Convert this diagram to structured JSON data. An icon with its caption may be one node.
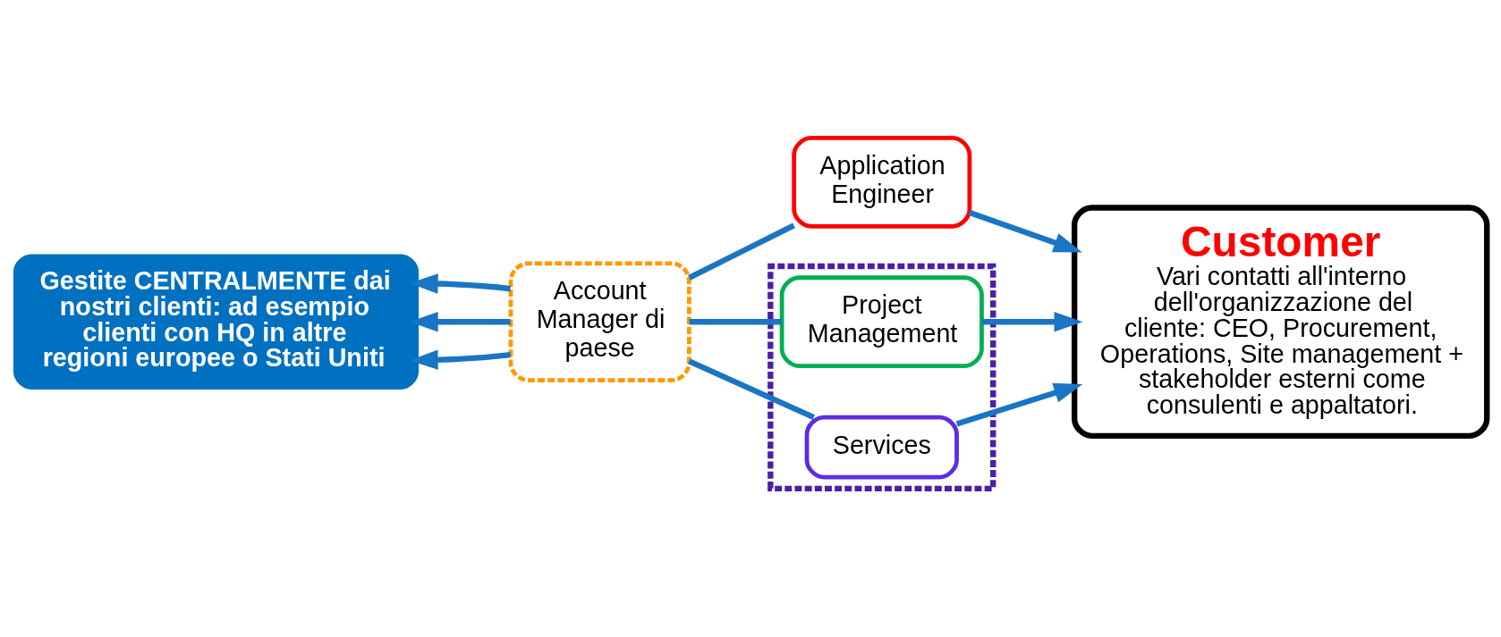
{
  "diagram": {
    "nodes": [
      {
        "text": [
          "Gestite CENTRALMENTE dai nostri clienti: ad esempio clienti con HQ in altre regioni europee o Stati Uniti"
        ]
      },
      {
        "text": [
          "Account Manager di paese"
        ]
      },
      {
        "text": [
          "Application Engineer"
        ]
      },
      {
        "text": [],
        "shape": "box"
      },
      {
        "text": [
          "Project Management"
        ],
        "in": 3
      },
      {
        "text": [
          "Services"
        ],
        "in": 3
      },
      {
        "text": [
          "Customer",
          "Vari contatti all'interno dell'organizzazione del cliente: CEO, Procurement, Operations, Site management + stakeholder esterni come consulenti e appaltatori."
        ]
      }
    ],
    "edges": [
      {
        "from": 2,
        "to": 1,
        "arrow": "none"
      },
      {
        "from": 1,
        "to": 0,
        "arrow": "to"
      },
      {
        "from": 2,
        "to": 6,
        "arrow": "to"
      },
      {
        "from": 4,
        "to": 1,
        "arrow": "none"
      },
      {
        "from": 1,
        "to": 0,
        "arrow": "to"
      },
      {
        "from": 4,
        "to": 6,
        "arrow": "to"
      },
      {
        "from": 5,
        "to": 1,
        "arrow": "none"
      },
      {
        "from": 1,
        "to": 0,
        "arrow": "to"
      },
      {
        "from": 5,
        "to": 6,
        "arrow": "to"
      }
    ]
  }
}
